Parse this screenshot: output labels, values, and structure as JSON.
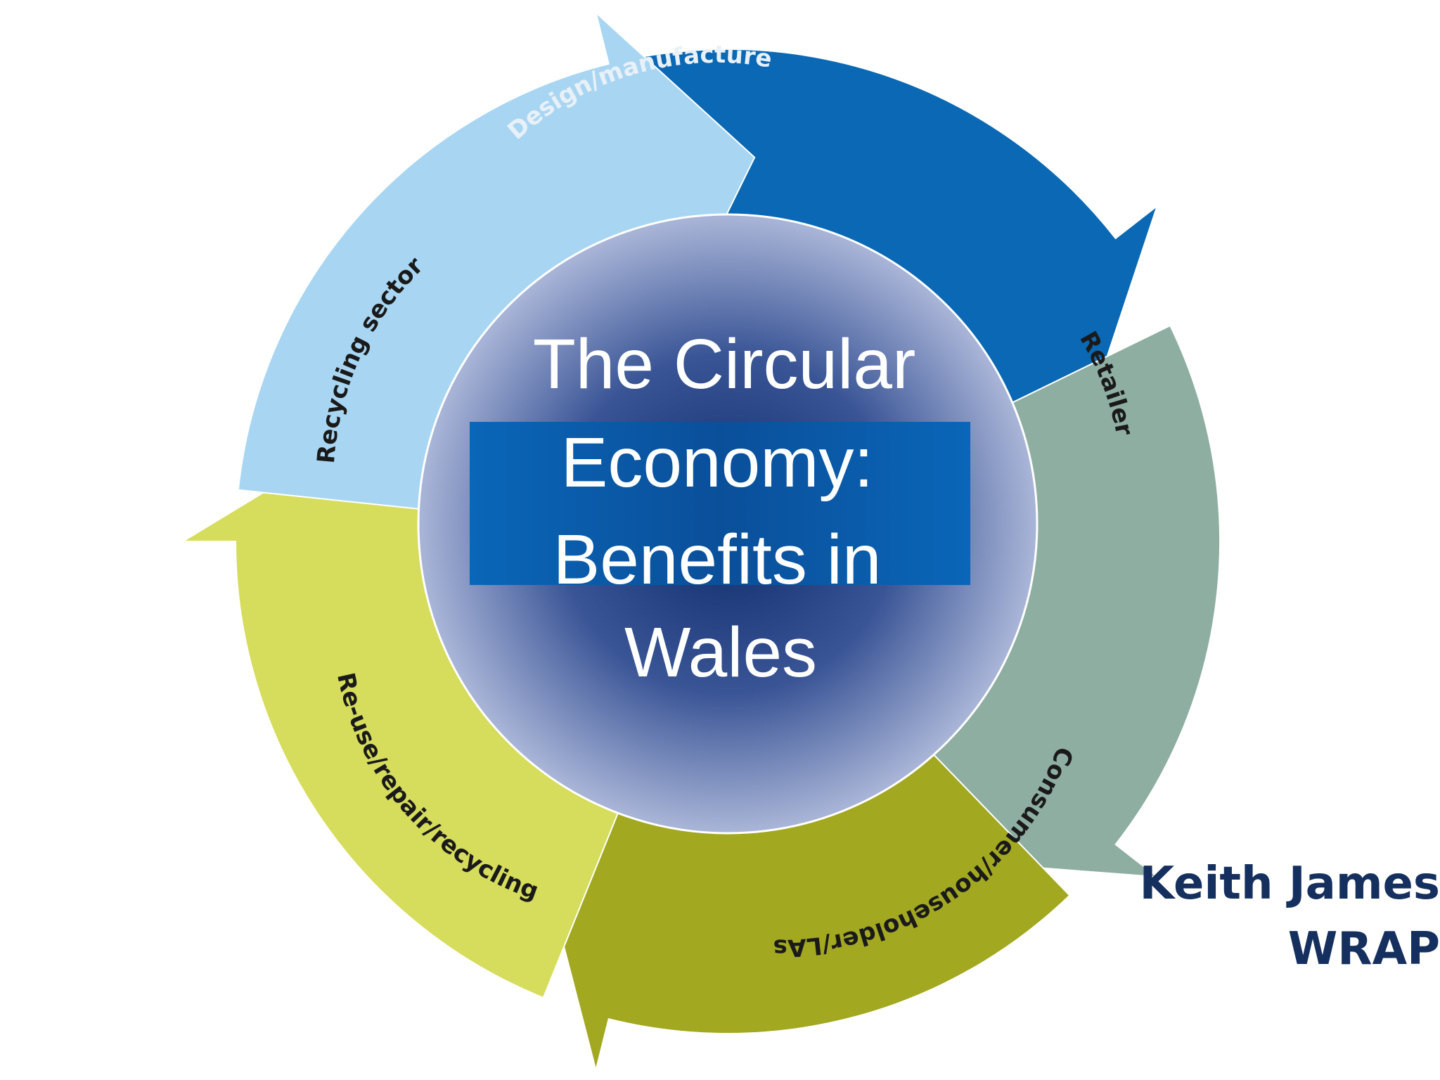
{
  "title_lines": [
    "The Circular",
    "Economy:",
    "Benefits in",
    "Wales"
  ],
  "stages": [
    {
      "label": "Design/manufacture",
      "color": "#0a68b4",
      "text_color": "#e8f0f8"
    },
    {
      "label": "Retailer",
      "color": "#8eaea2",
      "text_color": "#1a1a1a"
    },
    {
      "label": "Consumer/householder/LAs",
      "color": "#a2a820",
      "text_color": "#1a1a1a"
    },
    {
      "label": "Re-use/repair/recycling",
      "color": "#d6dc5c",
      "text_color": "#1a1a1a"
    },
    {
      "label": "Recycling sector",
      "color": "#a8d6f2",
      "text_color": "#1a1a1a"
    }
  ],
  "author": {
    "name": "Keith James",
    "organization": "WRAP"
  },
  "colors": {
    "center_light": "#8e9ec8",
    "center_dark": "#0c2a68",
    "band": "#0a66b8",
    "author_text": "#15305e"
  }
}
